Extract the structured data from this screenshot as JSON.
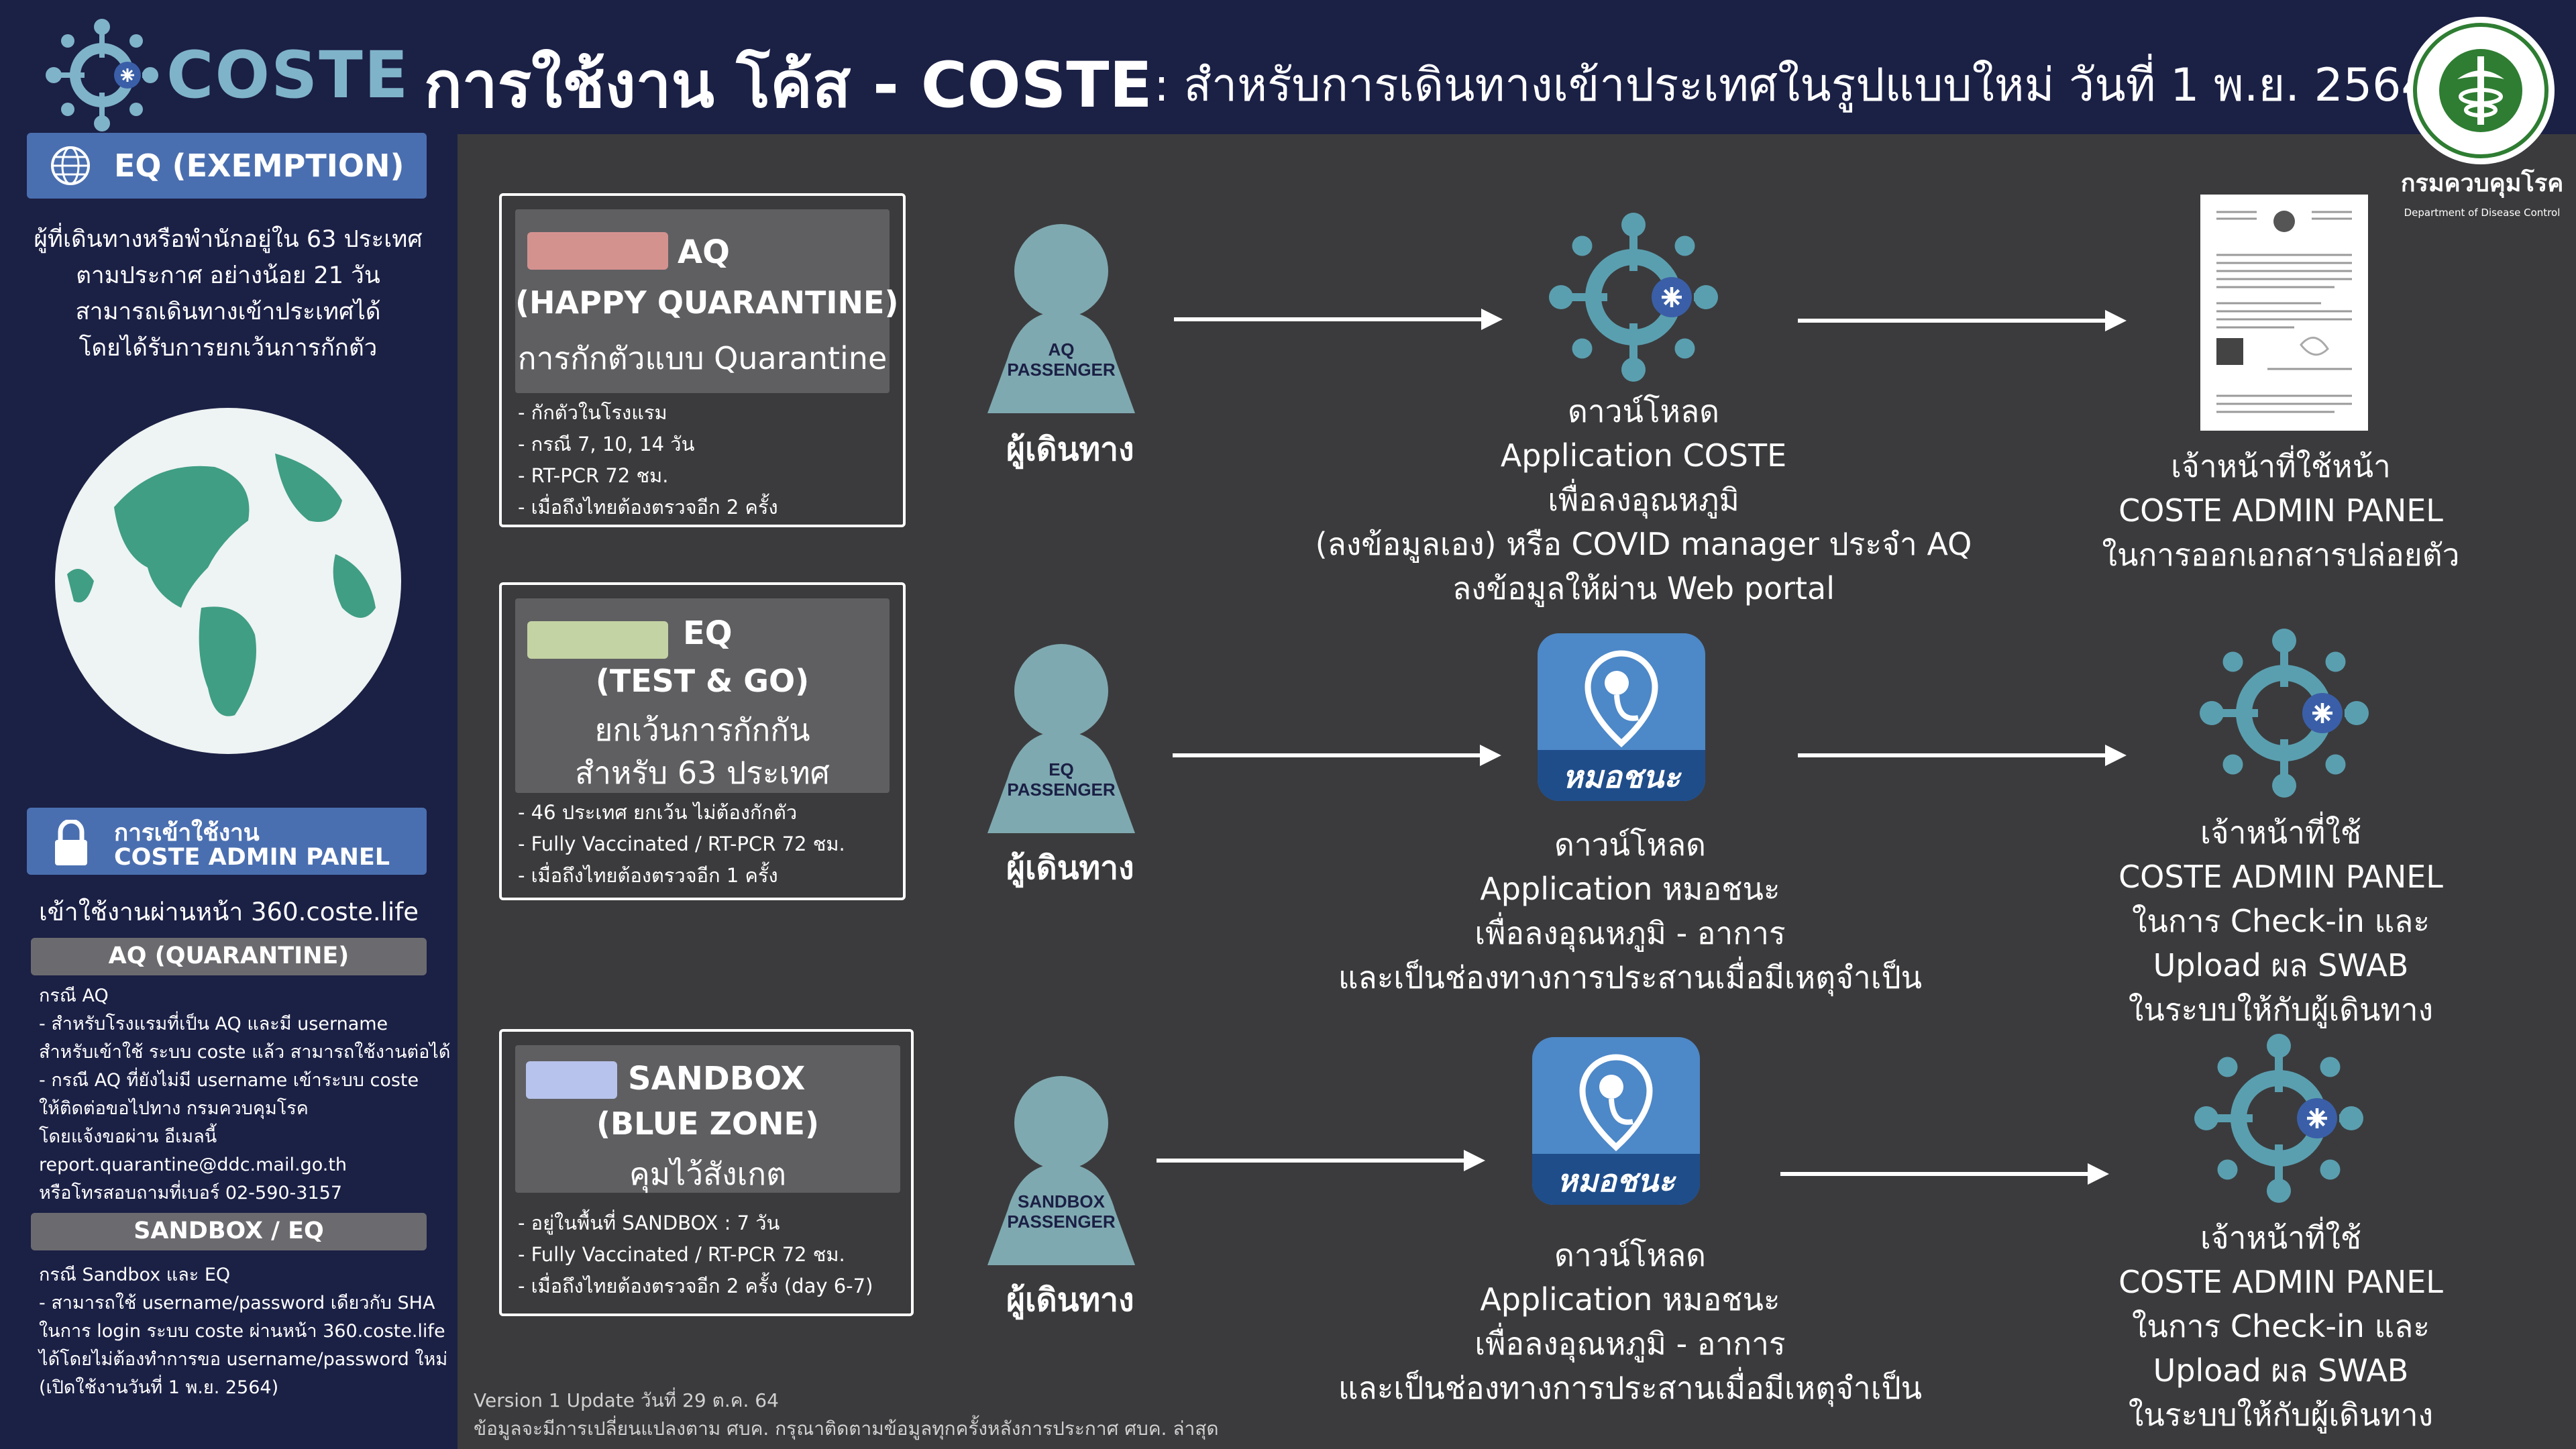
{
  "header": {
    "logo_text": "COSTE",
    "title_main": "การใช้งาน โค้ส - COSTE",
    "title_sub": ": สำหรับการเดินทางเข้าประเทศในรูปแบบใหม่ วันที่ 1 พ.ย. 2564",
    "dept_name": "กรมควบคุมโรค",
    "dept_en": "Department of Disease Control"
  },
  "sidebar": {
    "exemption_label": "EQ (EXEMPTION)",
    "exemption_lines": [
      "ผู้ที่เดินทางหรือพำนักอยู่ใน 63 ประเทศ",
      "ตามประกาศ อย่างน้อย 21 วัน",
      "สามารถเดินทางเข้าประเทศได้",
      "โดยได้รับการยกเว้นการกักตัว"
    ],
    "admin_login_l1": "การเข้าใช้งาน",
    "admin_login_l2": "COSTE ADMIN PANEL",
    "admin_url": "เข้าใช้งานผ่านหน้า 360.coste.life",
    "aq_head": "AQ (QUARANTINE)",
    "aq_lines": [
      "กรณี AQ",
      "- สำหรับโรงแรมที่เป็น AQ และมี username",
      "สำหรับเข้าใช้ ระบบ coste แล้ว สามารถใช้งานต่อได้",
      "- กรณี AQ ที่ยังไม่มี username เข้าระบบ coste",
      "ให้ติดต่อขอไปทาง กรมควบคุมโรค",
      "โดยแจ้งขอผ่าน อีเมลนี้",
      "report.quarantine@ddc.mail.go.th",
      "หรือโทรสอบถามที่เบอร์ 02-590-3157"
    ],
    "sb_head": "SANDBOX / EQ",
    "sb_lines": [
      "กรณี Sandbox และ EQ",
      "- สามารถใช้ username/password เดียวกับ SHA",
      "ในการ login ระบบ coste ผ่านหน้า 360.coste.life",
      "ได้โดยไม่ต้องทำการขอ username/password ใหม่",
      "(เปิดใช้งานวันที่ 1 พ.ย. 2564)"
    ]
  },
  "colors": {
    "aq_swatch": "#d4928f",
    "eq_swatch": "#c3d3a3",
    "sandbox_swatch": "#b7c3ec",
    "passenger": "#7fa9b0",
    "coste_teal": "#5a9fb0",
    "app_blue": "#4d88c8"
  },
  "rows": [
    {
      "card_title": "AQ",
      "card_line1": "(HAPPY QUARANTINE)",
      "card_line2": "การกักตัวแบบ Quarantine",
      "bullets": [
        "- กักตัวในโรงแรม",
        "- กรณี 7, 10, 14 วัน",
        "- RT-PCR 72 ชม.",
        "- เมื่อถึงไทยต้องตรวจอีก 2 ครั้ง"
      ],
      "passenger_badge_1": "AQ",
      "passenger_badge_2": "PASSENGER",
      "passenger_label": "ผู้เดินทาง",
      "app_icon": "coste-app-icon",
      "step_lines": [
        "ดาวน์โหลด",
        "Application COSTE",
        "เพื่อลงอุณหภูมิ",
        "(ลงข้อมูลเอง) หรือ COVID manager ประจำ AQ",
        "ลงข้อมูลให้ผ่าน Web portal"
      ],
      "result_icon": "release-document-icon",
      "result_lines": [
        "เจ้าหน้าที่ใช้หน้า",
        "COSTE ADMIN PANEL",
        "ในการออกเอกสารปล่อยตัว"
      ]
    },
    {
      "card_title": "EQ",
      "card_line1": "(TEST & GO)",
      "card_line2": "ยกเว้นการกักกัน",
      "card_line3": "สำหรับ 63 ประเทศ",
      "bullets": [
        "- 46 ประเทศ ยกเว้น ไม่ต้องกักตัว",
        "- Fully Vaccinated / RT-PCR 72 ชม.",
        "- เมื่อถึงไทยต้องตรวจอีก 1 ครั้ง"
      ],
      "passenger_badge_1": "EQ",
      "passenger_badge_2": "PASSENGER",
      "passenger_label": "ผู้เดินทาง",
      "app_name": "หมอชนะ",
      "step_lines": [
        "ดาวน์โหลด",
        "Application หมอชนะ",
        "เพื่อลงอุณหภูมิ - อาการ",
        "และเป็นช่องทางการประสานเมื่อมีเหตุจำเป็น"
      ],
      "result_lines": [
        "เจ้าหน้าที่ใช้",
        "COSTE ADMIN PANEL",
        "ในการ Check-in และ",
        "Upload ผล SWAB",
        "ในระบบให้กับผู้เดินทาง"
      ]
    },
    {
      "card_title": "SANDBOX",
      "card_line1": "(BLUE ZONE)",
      "card_line2": "คุมไว้สังเกต",
      "bullets": [
        "- อยู่ในพื้นที่ SANDBOX : 7 วัน",
        "- Fully Vaccinated / RT-PCR 72 ชม.",
        "- เมื่อถึงไทยต้องตรวจอีก 2 ครั้ง (day 6-7)"
      ],
      "passenger_badge_1": "SANDBOX",
      "passenger_badge_2": "PASSENGER",
      "passenger_label": "ผู้เดินทาง",
      "app_name": "หมอชนะ",
      "step_lines": [
        "ดาวน์โหลด",
        "Application หมอชนะ",
        "เพื่อลงอุณหภูมิ - อาการ",
        "และเป็นช่องทางการประสานเมื่อมีเหตุจำเป็น"
      ],
      "result_lines": [
        "เจ้าหน้าที่ใช้",
        "COSTE ADMIN PANEL",
        "ในการ Check-in และ",
        "Upload ผล SWAB",
        "ในระบบให้กับผู้เดินทาง"
      ]
    }
  ],
  "footer": {
    "line1": "Version 1 Update วันที่ 29 ต.ค. 64",
    "line2": "ข้อมูลจะมีการเปลี่ยนแปลงตาม ศบค. กรุณาติดตามข้อมูลทุกครั้งหลังการประกาศ ศบค. ล่าสุด"
  }
}
